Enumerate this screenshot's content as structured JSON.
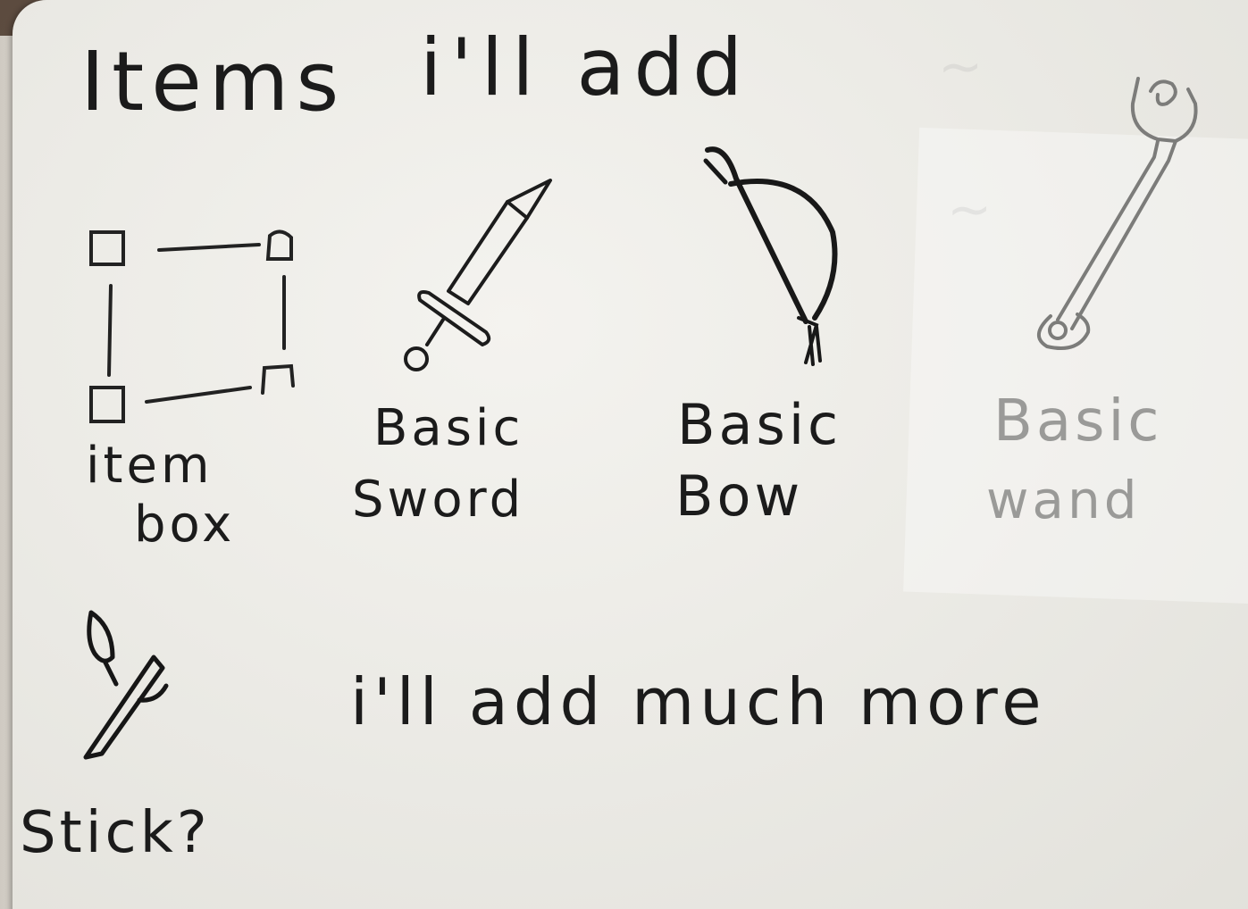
{
  "heading": {
    "items": "Items",
    "add": "i'll add"
  },
  "items": [
    {
      "line1": "item",
      "line2": "box",
      "icon": "item-box-sketch"
    },
    {
      "line1": "Basic",
      "line2": "Sword",
      "icon": "sword-sketch"
    },
    {
      "line1": "Basic",
      "line2": "Bow",
      "icon": "bow-sketch"
    },
    {
      "line1": "Basic",
      "line2": "wand",
      "icon": "wand-sketch"
    }
  ],
  "stick": {
    "label": "Stick?",
    "icon": "stick-sketch"
  },
  "note": "i'll add much more",
  "colors": {
    "ink": "#1b1b1b",
    "pencil": "#9a9a98",
    "paper": "#ecebe6"
  }
}
